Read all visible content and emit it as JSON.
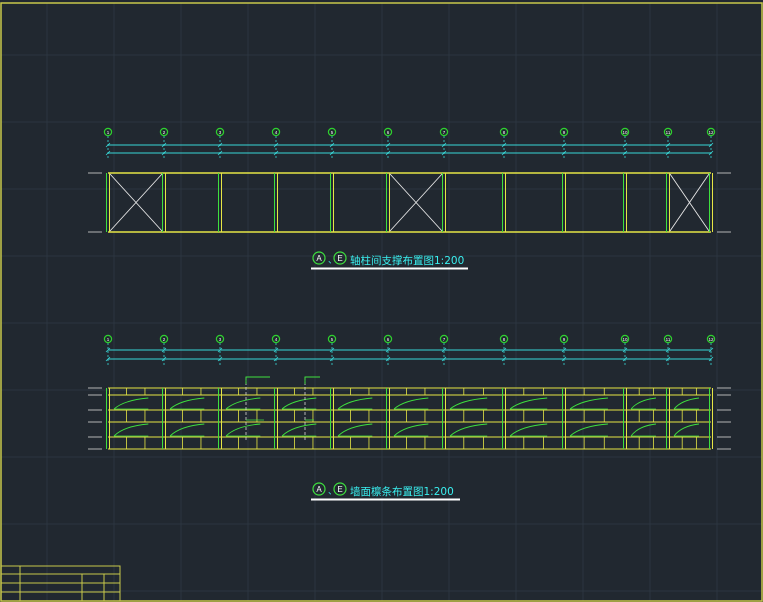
{
  "drawing": {
    "bracing_title": "A、E轴柱间支撑布置图1:200",
    "bracing_title_circles": [
      "A",
      "E"
    ],
    "bracing_title_text": "轴柱间支撑布置图1:200",
    "purlin_title": "A、E墙面檩条布置图1:200",
    "purlin_title_circles": [
      "A",
      "E"
    ],
    "purlin_title_text": "墙面檩条布置图1:200",
    "top_axis_labels": [
      "1",
      "2",
      "3",
      "4",
      "5",
      "6",
      "7",
      "8",
      "9",
      "10",
      "11",
      "12"
    ],
    "bottom_axis_labels": [
      "1",
      "2",
      "3",
      "4",
      "5",
      "6",
      "7",
      "8",
      "9",
      "10",
      "11",
      "12"
    ],
    "braced_bays": [
      1,
      6,
      11
    ],
    "colors": {
      "background": "#212830",
      "grid": "#2c3540",
      "frame": "#c8c84a",
      "axis_bubble": "#2ed12e",
      "dimension": "#38d6d6",
      "structure_yellow": "#e6e645",
      "structure_green": "#3ee03e",
      "bracing": "#e8e8e8",
      "title_text": "#3af0f0"
    }
  }
}
